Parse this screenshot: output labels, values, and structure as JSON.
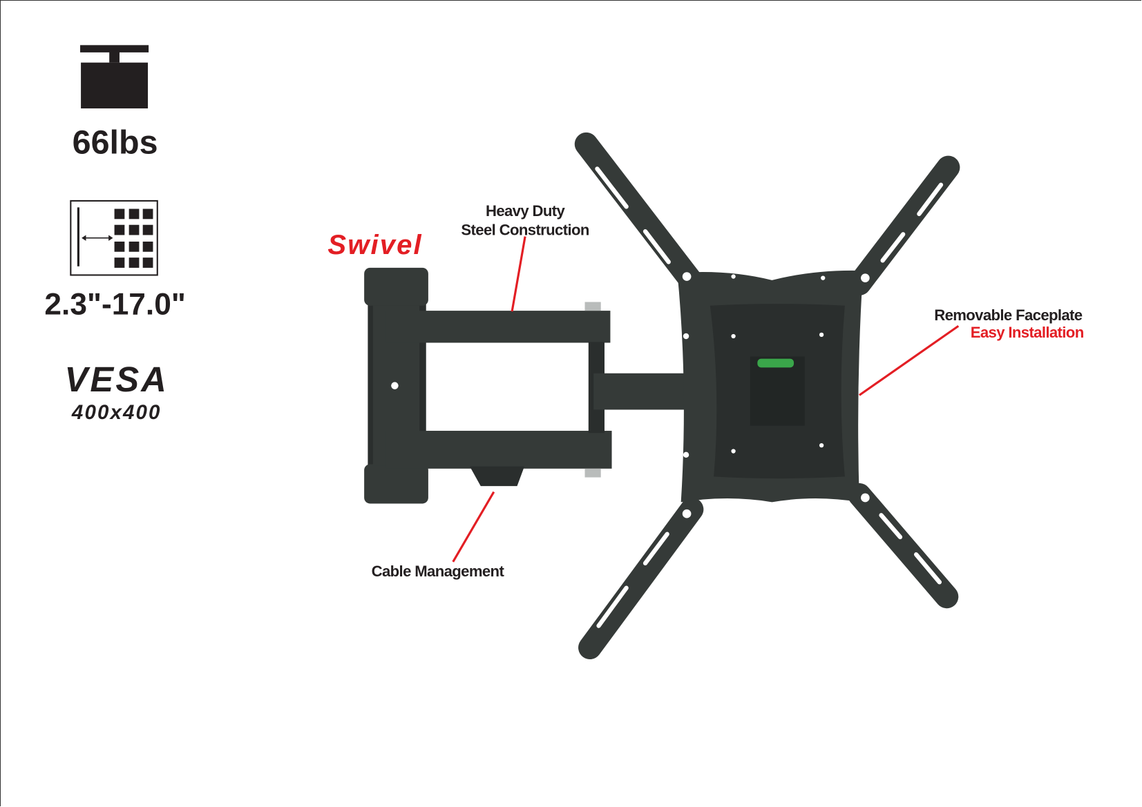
{
  "specs": {
    "weight": "66lbs",
    "wall_distance": "2.3\"-17.0\"",
    "vesa_label": "VESA",
    "vesa_size": "400x400"
  },
  "callouts": {
    "swivel": "Swivel",
    "heavy_duty_line1": "Heavy Duty",
    "heavy_duty_line2": "Steel Construction",
    "faceplate_line1": "Removable Faceplate",
    "faceplate_line2": "Easy Installation",
    "cable": "Cable Management"
  },
  "colors": {
    "accent": "#e31e24",
    "text": "#231f20",
    "metal": "#353a38"
  }
}
